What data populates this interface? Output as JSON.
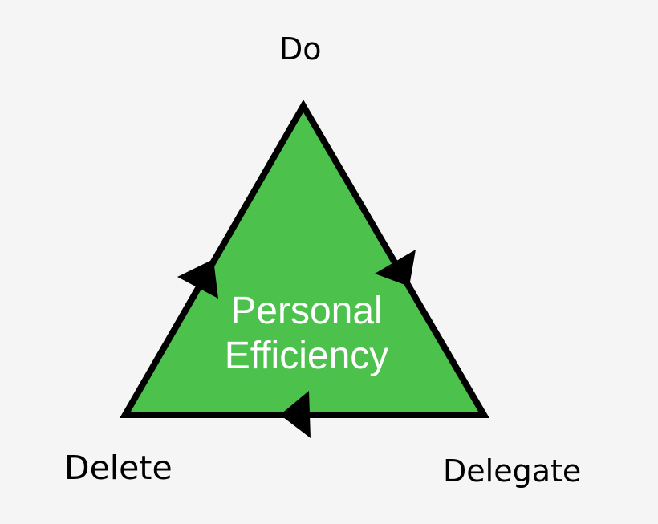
{
  "diagram": {
    "title": "Personal Efficiency",
    "center": {
      "line1": "Personal",
      "line2": "Efficiency"
    },
    "vertices": {
      "top": "Do",
      "bottom_left": "Delete",
      "bottom_right": "Delegate"
    },
    "shape": "triangle",
    "arrows": [
      {
        "edge": "left",
        "direction": "counter-clockwise"
      },
      {
        "edge": "right",
        "direction": "counter-clockwise"
      },
      {
        "edge": "bottom",
        "direction": "counter-clockwise"
      }
    ],
    "colors": {
      "fill": "#4cc24c",
      "stroke": "#000000",
      "center_text": "#ffffff",
      "background": "#f5f5f5"
    }
  }
}
